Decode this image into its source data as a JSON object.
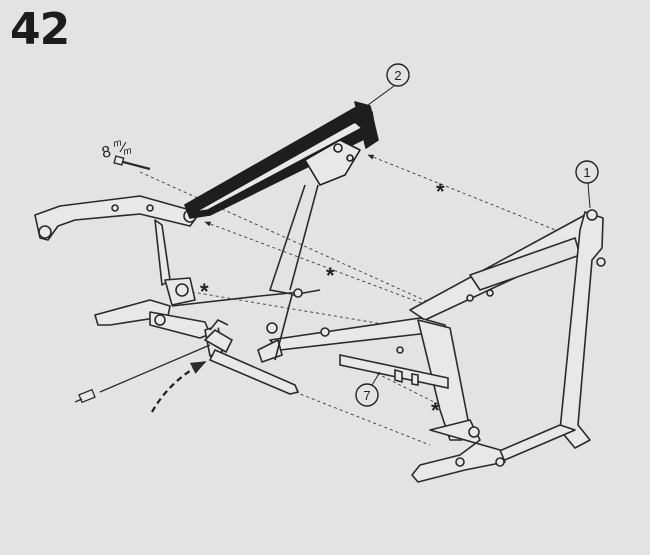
{
  "step_number": "42",
  "callouts": [
    {
      "id": "part-2",
      "label": "2"
    },
    {
      "id": "part-1",
      "label": "1"
    },
    {
      "id": "part-7",
      "label": "7"
    }
  ],
  "bolt_torque": {
    "value": "8",
    "unit": "m/m",
    "unit_num": "m",
    "unit_den": "m"
  },
  "asterisk_symbol": "*",
  "colors": {
    "background": "#e3e3e3",
    "line": "#2a2a2a",
    "tank_fill": "#1e1e1e"
  }
}
